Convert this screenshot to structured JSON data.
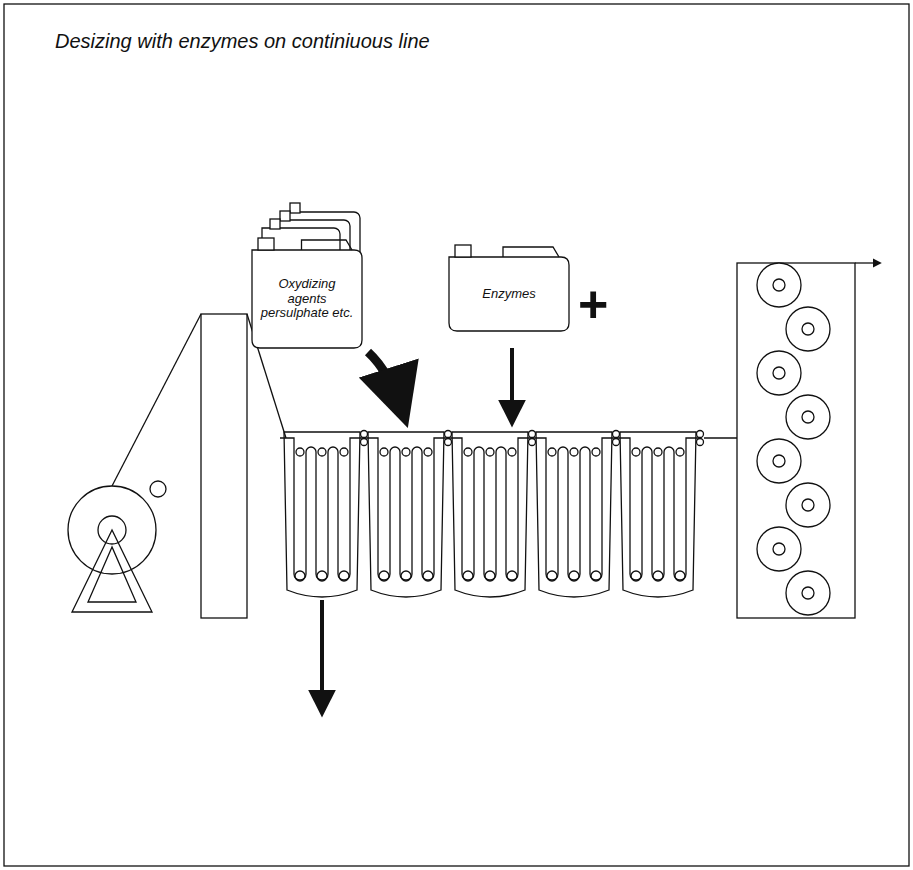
{
  "diagram": {
    "title": "Desizing with enzymes on continiuous line",
    "nodes": [
      {
        "text": [
          "Oxydizing agents persulphate etc."
        ]
      },
      {
        "text": [
          "Enzymes"
        ]
      }
    ],
    "labels": [
      "÷",
      "+"
    ]
  }
}
